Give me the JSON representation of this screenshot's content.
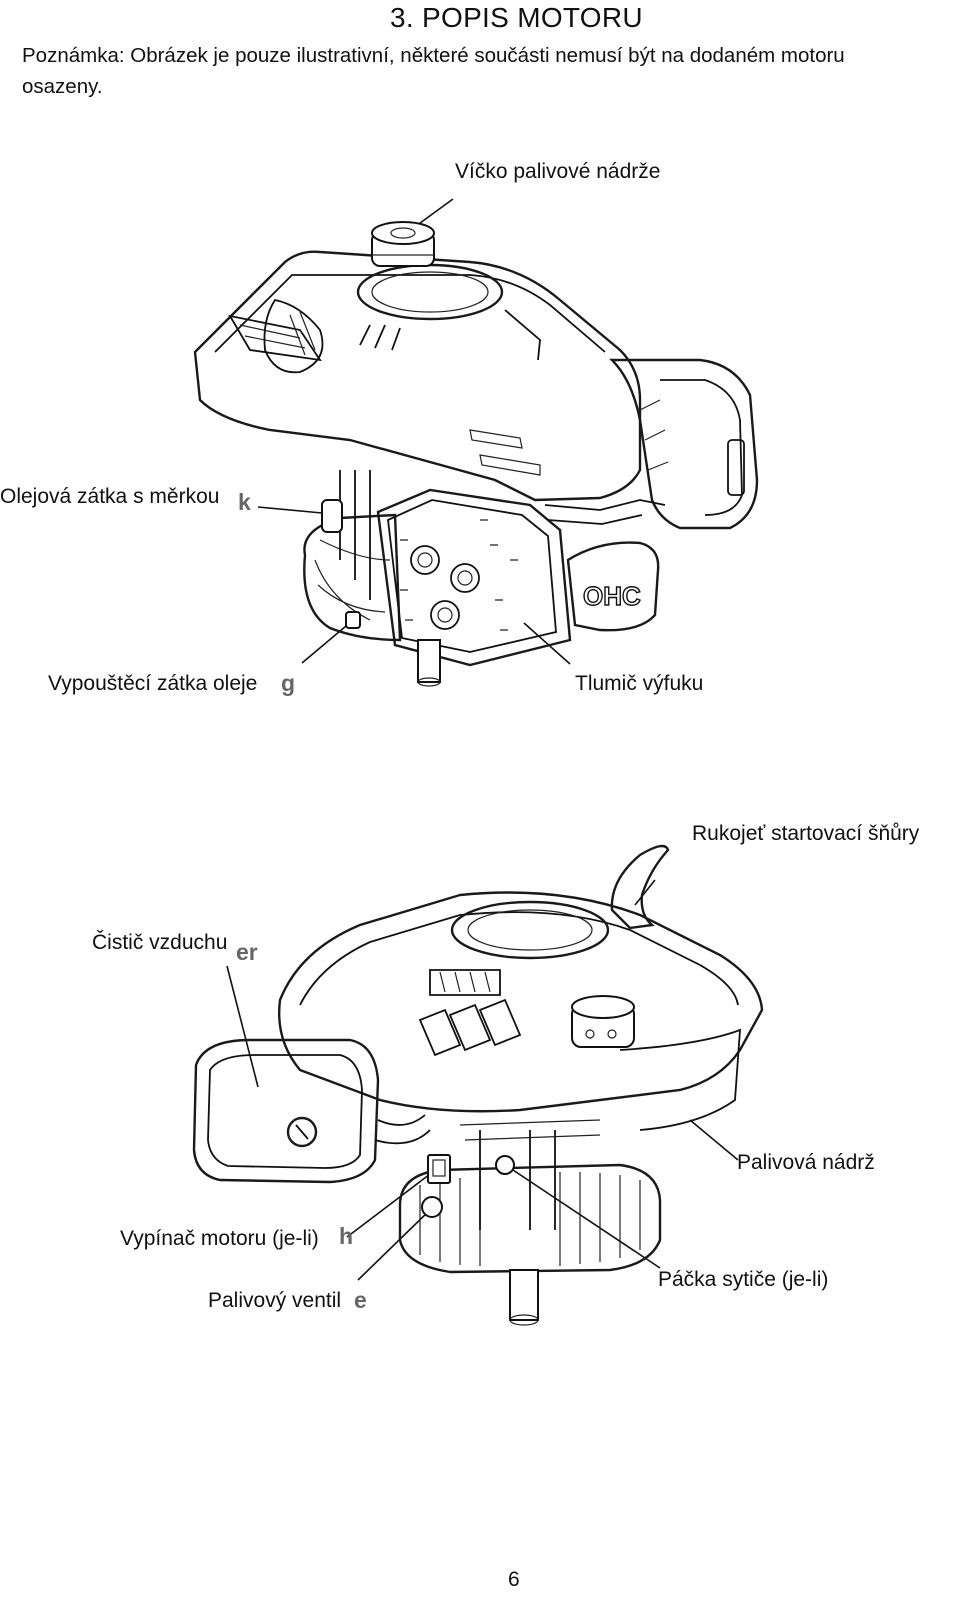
{
  "header": {
    "title": "3. POPIS MOTORU",
    "note_line1": "Poznámka: Obrázek je pouze ilustrativní, některé součásti nemusí být na dodaném motoru",
    "note_line2": "osazeny."
  },
  "figure_top": {
    "labels": {
      "fuel_cap": "Víčko palivové nádrže",
      "oil_plug": "Olejová zátka s měrkou",
      "oil_plug_letter": "k",
      "oil_drain": "Vypouštěcí zátka oleje",
      "oil_drain_letter": "g",
      "muffler": "Tlumič výfuku",
      "ohc_badge": "OHC"
    }
  },
  "figure_bottom": {
    "labels": {
      "starter_handle": "Rukojeť startovací šňůry",
      "air_cleaner": "Čistič vzduchu",
      "air_cleaner_fragment": "er",
      "fuel_tank": "Palivová nádrž",
      "engine_switch": "Vypínač motoru (je-li)",
      "engine_switch_fragment": "h",
      "choke": "Páčka sytiče (je-li)",
      "fuel_valve": "Palivový ventil",
      "fuel_valve_fragment": "e"
    }
  },
  "footer": {
    "page_number": "6"
  }
}
